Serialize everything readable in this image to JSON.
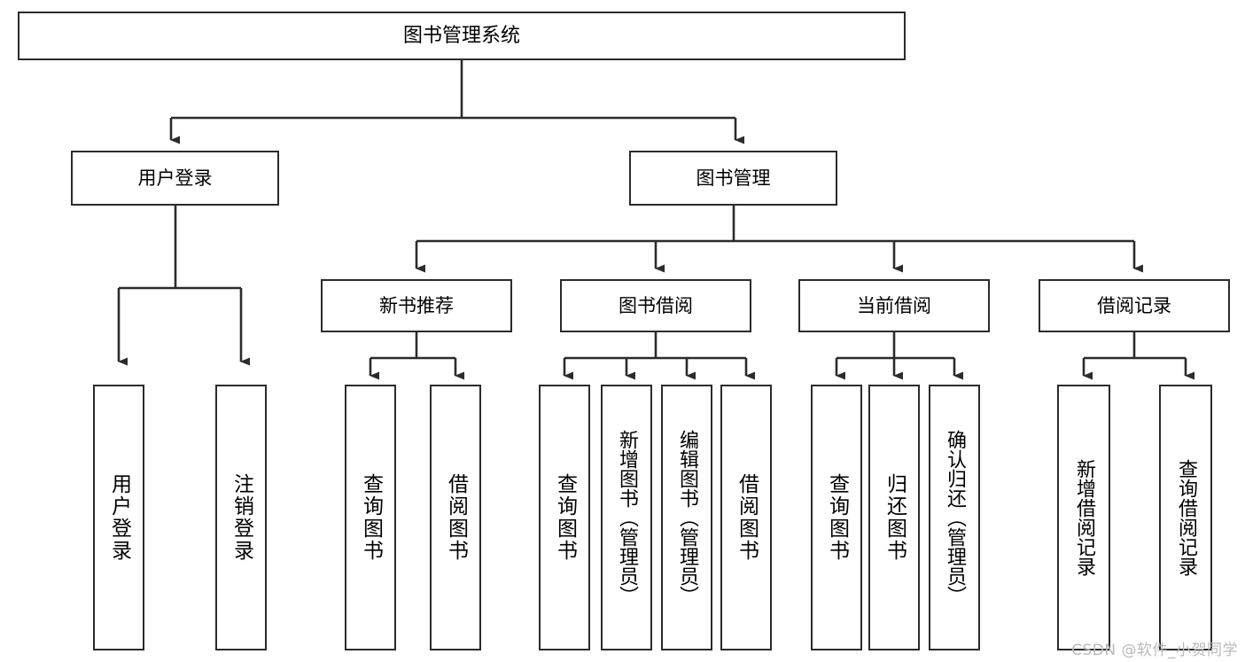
{
  "diagram": {
    "type": "tree",
    "title": "图书管理系统",
    "orientation": "top-down",
    "colors": {
      "box_border": "#2b2b2b",
      "box_fill": "#ffffff",
      "connector": "#2b2b2b",
      "background": "#ffffff",
      "watermark": "#b9b9b9"
    }
  },
  "root": {
    "label": "图书管理系统"
  },
  "level2": [
    {
      "id": "user-login",
      "label": "用户登录"
    },
    {
      "id": "book-management",
      "label": "图书管理"
    }
  ],
  "level3": [
    {
      "id": "new-book-recommend",
      "label": "新书推荐"
    },
    {
      "id": "book-borrow",
      "label": "图书借阅"
    },
    {
      "id": "current-borrow",
      "label": "当前借阅"
    },
    {
      "id": "borrow-record",
      "label": "借阅记录"
    }
  ],
  "leaves": {
    "user_login": [
      {
        "id": "leaf-user-login",
        "label": "用户登录"
      },
      {
        "id": "leaf-logout-login",
        "label": "注销登录"
      }
    ],
    "new_book_recommend": [
      {
        "id": "leaf-query-book-1",
        "label": "查询图书"
      },
      {
        "id": "leaf-borrow-book-1",
        "label": "借阅图书"
      }
    ],
    "book_borrow": [
      {
        "id": "leaf-query-book-2",
        "label": "查询图书"
      },
      {
        "id": "leaf-add-book-admin",
        "label": "新增图书（管理员）"
      },
      {
        "id": "leaf-edit-book-admin",
        "label": "编辑图书（管理员）"
      },
      {
        "id": "leaf-borrow-book-2",
        "label": "借阅图书"
      }
    ],
    "current_borrow": [
      {
        "id": "leaf-query-book-3",
        "label": "查询图书"
      },
      {
        "id": "leaf-return-book",
        "label": "归还图书"
      },
      {
        "id": "leaf-confirm-return-admin",
        "label": "确认归还（管理员）"
      }
    ],
    "borrow_record": [
      {
        "id": "leaf-add-borrow-record",
        "label": "新增借阅记录"
      },
      {
        "id": "leaf-query-borrow-record",
        "label": "查询借阅记录"
      }
    ]
  },
  "watermark": {
    "text": "CSDN @软件_小贺同学"
  }
}
